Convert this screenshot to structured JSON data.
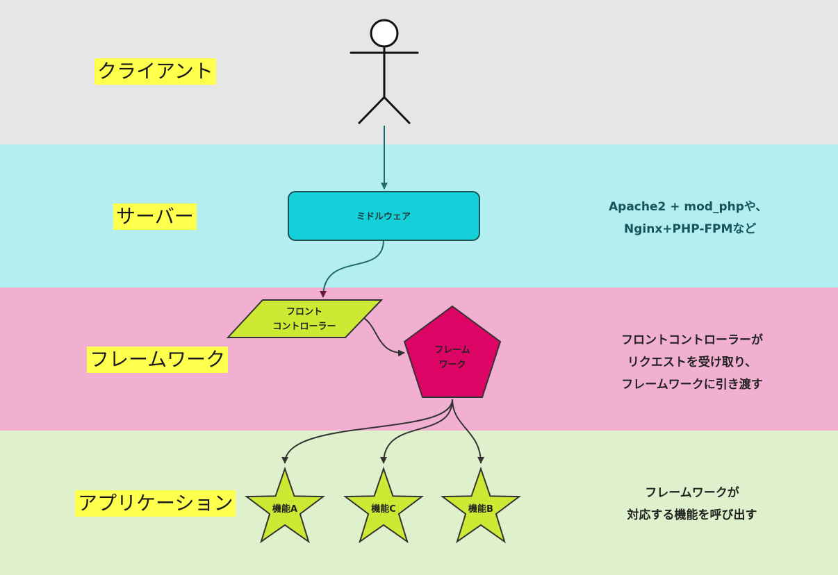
{
  "colors": {
    "client_band": "#e6e6e6",
    "server_band": "#b3eff0",
    "framework_band": "#f1b0d1",
    "application_band": "#dff1cc",
    "label_highlight": "#ffff4d",
    "middleware_fill": "#14d0d8",
    "front_controller_fill": "#cde934",
    "framework_fill": "#dc0565",
    "star_fill": "#cde934",
    "arrow_teal": "#1f6b6b",
    "arrow_maroon": "#6e1838",
    "arrow_dark": "#333333",
    "note_server": "#17535a",
    "note_dark": "#222222"
  },
  "lanes": {
    "client": "クライアント",
    "server": "サーバー",
    "framework": "フレームワーク",
    "application": "アプリケーション"
  },
  "nodes": {
    "actor": "actor-icon",
    "middleware": "ミドルウェア",
    "front_controller": [
      "フロント",
      "コントローラー"
    ],
    "framework": [
      "フレーム",
      "ワーク"
    ],
    "feature_a": "機能A",
    "feature_c": "機能C",
    "feature_b": "機能B"
  },
  "notes": {
    "server": [
      "Apache2 + mod_phpや、",
      "Nginx+PHP-FPMなど"
    ],
    "framework": [
      "フロントコントローラーが",
      "リクエストを受け取り、",
      "フレームワークに引き渡す"
    ],
    "application": [
      "フレームワークが",
      "対応する機能を呼び出す"
    ]
  }
}
